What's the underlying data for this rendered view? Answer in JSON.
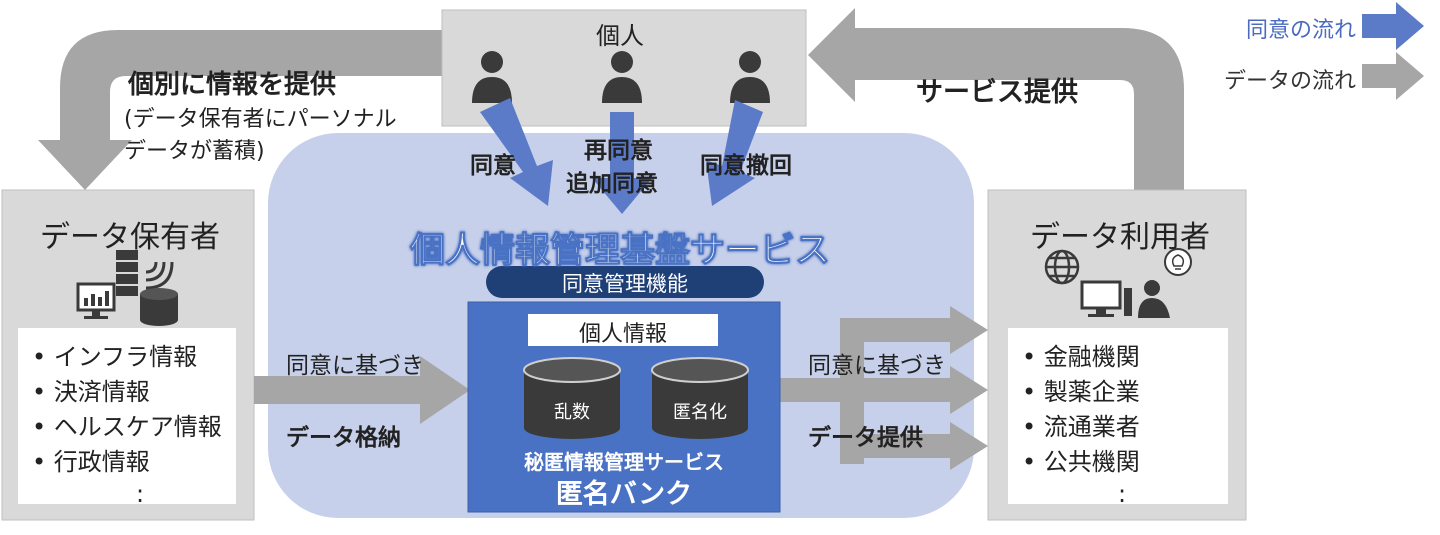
{
  "legend": {
    "consent_flow": "同意の流れ",
    "data_flow": "データの流れ",
    "consent_color": "#5b7bc9",
    "data_color": "#a6a6a6"
  },
  "individuals": {
    "title": "個人",
    "person_icon": "person-icon"
  },
  "top_left_arrow": {
    "title": "個別に情報を提供",
    "note": "(データ保有者にパーソナルデータが蓄積)"
  },
  "top_right_arrow": {
    "title": "サービス提供"
  },
  "consent_actions": {
    "consent": "同意",
    "reconsent_line1": "再同意",
    "reconsent_line2": "追加同意",
    "withdraw": "同意撤回"
  },
  "platform": {
    "title": "個人情報管理基盤サービス",
    "consent_mgmt": "同意管理機能",
    "bg_color": "#c7d0ea",
    "band_color": "#1f3f77"
  },
  "bank": {
    "personal_info": "個人情報",
    "db_random": "乱数",
    "db_anonymize": "匿名化",
    "service_name": "秘匿情報管理サービス",
    "bank_name": "匿名バンク",
    "bg_color": "#4a72c4"
  },
  "data_holder": {
    "title": "データ保有者",
    "items": [
      "• インフラ情報",
      "• 決済情報",
      "• ヘルスケア情報",
      "• 行政情報"
    ],
    "ellipsis": ":"
  },
  "data_user": {
    "title": "データ利用者",
    "items": [
      "• 金融機関",
      "• 製薬企業",
      "• 流通業者",
      "• 公共機関"
    ],
    "ellipsis": ":"
  },
  "left_flow": {
    "basis": "同意に基づき",
    "action": "データ格納"
  },
  "right_flow": {
    "basis": "同意に基づき",
    "action": "データ提供"
  }
}
